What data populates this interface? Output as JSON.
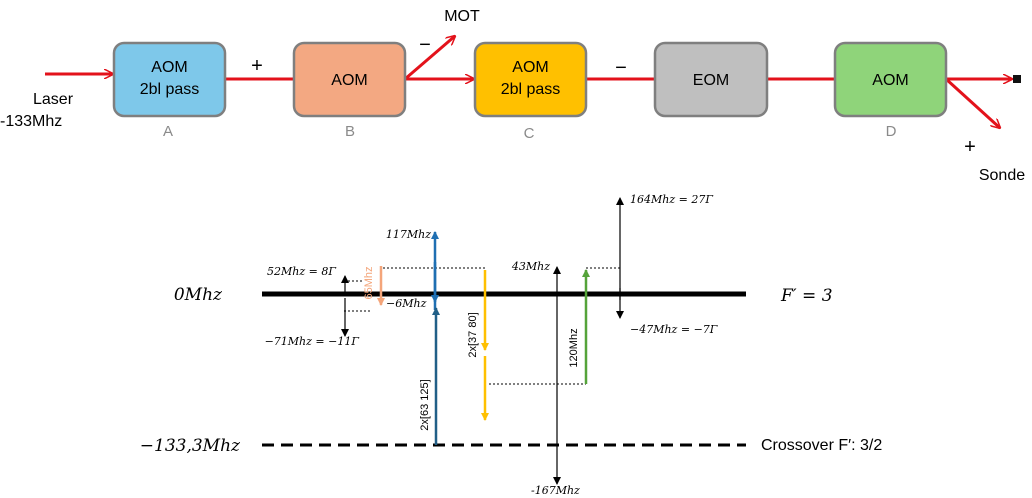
{
  "colors": {
    "beam": "#e3121b",
    "box_a": "#7ec8ea",
    "box_b": "#f3a882",
    "box_c": "#ffc000",
    "box_eom": "#bfbfbf",
    "box_d": "#8fd47a",
    "box_border": "#7f7f7f",
    "blue_arrow": "#1f6fb2",
    "dark_blue_arrow": "#215f87",
    "orange_arrow": "#f4a57a",
    "yellow_arrow": "#ffc000",
    "green_arrow": "#55a33a"
  },
  "setup": {
    "input_label_line1": "Laser",
    "input_label_line2": "-133Mhz",
    "box_a_line1": "AOM",
    "box_a_line2": "2bl pass",
    "box_a_tag": "A",
    "sign_ab": "+",
    "box_b_label": "AOM",
    "box_b_tag": "B",
    "mot_label": "MOT",
    "mot_sign": "−",
    "box_c_line1": "AOM",
    "box_c_line2": "2bl pass",
    "box_c_tag": "C",
    "sign_c_eom": "−",
    "box_eom_label": "EOM",
    "box_d_label": "AOM",
    "box_d_tag": "D",
    "sonde_sign": "+",
    "sonde_label": "Sonde"
  },
  "levels": {
    "zero_label": "0Mhz",
    "f3_label": "F′ = 3",
    "crossover_freq_label": "−133,3Mhz",
    "crossover_label": "Crossover F′: 3/2"
  },
  "annotations": {
    "a_52": "52Mhz = 8Γ",
    "a_m71": "−71Mhz = −11Γ",
    "a_65": "65Mhz",
    "a_117": "117Mhz",
    "a_m6": "−6Mhz",
    "a_63_125": "2x[63 125]",
    "a_37_80": "2x[37 80]",
    "a_43": "43Mhz",
    "a_m167": "-167Mhz",
    "a_120": "120Mhz",
    "a_164": "164Mhz = 27Γ",
    "a_m47": "−47Mhz = −7Γ"
  }
}
